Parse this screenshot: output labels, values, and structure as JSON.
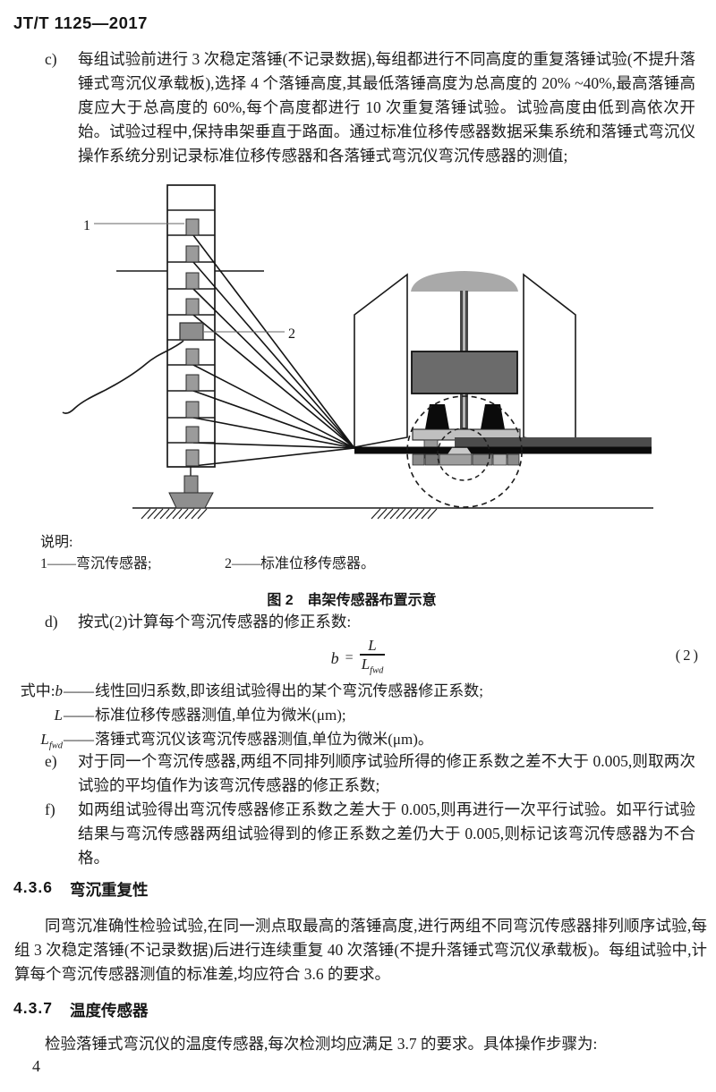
{
  "header": {
    "doc_number": "JT/T 1125—2017"
  },
  "items": {
    "c": {
      "marker": "c)",
      "text": "每组试验前进行 3 次稳定落锤(不记录数据),每组都进行不同高度的重复落锤试验(不提升落锤式弯沉仪承载板),选择 4 个落锤高度,其最低落锤高度为总高度的 20% ~40%,最高落锤高度应大于总高度的 60%,每个高度都进行 10 次重复落锤试验。试验高度由低到高依次开始。试验过程中,保持串架垂直于路面。通过标准位移传感器数据采集系统和落锤式弯沉仪操作系统分别记录标准位移传感器和各落锤式弯沉仪弯沉传感器的测值;"
    },
    "d": {
      "marker": "d)",
      "text": "按式(2)计算每个弯沉传感器的修正系数:"
    },
    "e": {
      "marker": "e)",
      "text": "对于同一个弯沉传感器,两组不同排列顺序试验所得的修正系数之差不大于 0.005,则取两次试验的平均值作为该弯沉传感器的修正系数;"
    },
    "f": {
      "marker": "f)",
      "text": "如两组试验得出弯沉传感器修正系数之差大于 0.005,则再进行一次平行试验。如平行试验结果与弯沉传感器两组试验得到的修正系数之差仍大于 0.005,则标记该弯沉传感器为不合格。"
    }
  },
  "figure": {
    "legend_label": "说明:",
    "legend_items": [
      "1——弯沉传感器;",
      "2——标准位移传感器。"
    ],
    "caption": "图 2　串架传感器布置示意",
    "callout_1": "1",
    "callout_2": "2"
  },
  "formula": {
    "lhs": "b",
    "equals": "=",
    "numerator": "L",
    "denominator_base": "L",
    "denominator_sub": "fwd",
    "number": "(2)"
  },
  "where": {
    "prefix": "式中:",
    "rows": [
      {
        "symbol": "b",
        "dash": "——",
        "desc": "线性回归系数,即该组试验得出的某个弯沉传感器修正系数;"
      },
      {
        "symbol": "L",
        "dash": "——",
        "desc": "标准位移传感器测值,单位为微米(μm);"
      },
      {
        "symbol": "L",
        "sub": "fwd",
        "dash": "——",
        "desc": "落锤式弯沉仪该弯沉传感器测值,单位为微米(μm)。"
      }
    ]
  },
  "sections": [
    {
      "number": "4.3.6",
      "title": "弯沉重复性",
      "body": "同弯沉准确性检验试验,在同一测点取最高的落锤高度,进行两组不同弯沉传感器排列顺序试验,每组 3 次稳定落锤(不记录数据)后进行连续重复 40 次落锤(不提升落锤式弯沉仪承载板)。每组试验中,计算每个弯沉传感器测值的标准差,均应符合 3.6 的要求。"
    },
    {
      "number": "4.3.7",
      "title": "温度传感器",
      "body": "检验落锤式弯沉仪的温度传感器,每次检测均应满足 3.7 的要求。具体操作步骤为:"
    }
  ],
  "footer": {
    "page_number": "4"
  }
}
